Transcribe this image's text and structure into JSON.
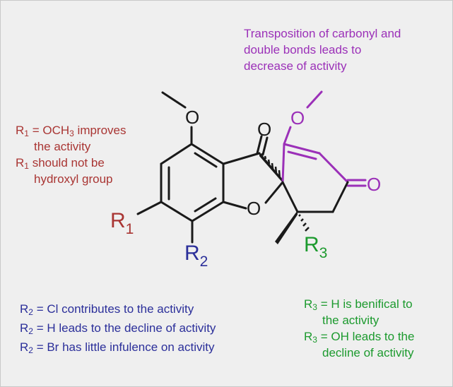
{
  "colors": {
    "red": "#a93533",
    "blue": "#2b2f9a",
    "green": "#1c9a2e",
    "purple": "#9b30b8",
    "black": "#1a1a1a",
    "background": "#efefef"
  },
  "annotations": {
    "transposition": {
      "line1": "Transposition of carbonyl and",
      "line2": "double bonds leads to",
      "line3": "decrease of activity"
    },
    "r1": {
      "sym": "R",
      "sub": "1",
      "n1_mid": " = OCH",
      "n1_sub": "3",
      "n1_end": " improves",
      "n1_line2": "the activity",
      "n2_end": " should not be",
      "n2_line2": "hydroxyl group"
    },
    "r2": {
      "sym": "R",
      "sub": "2",
      "line1": " = Cl contributes to the activity",
      "line2": " = H leads to the decline of activity",
      "line3": " = Br has little infulence on activity"
    },
    "r3": {
      "sym": "R",
      "sub": "3",
      "n1_end": " = H is benifical to",
      "n1_line2": "the activity",
      "n2_end": " = OH leads to the",
      "n2_line2": "decline of activity"
    }
  },
  "structure": {
    "atom_o": "O",
    "r_sym": "R",
    "r1_sub": "1",
    "r2_sub": "2",
    "r3_sub": "3"
  }
}
